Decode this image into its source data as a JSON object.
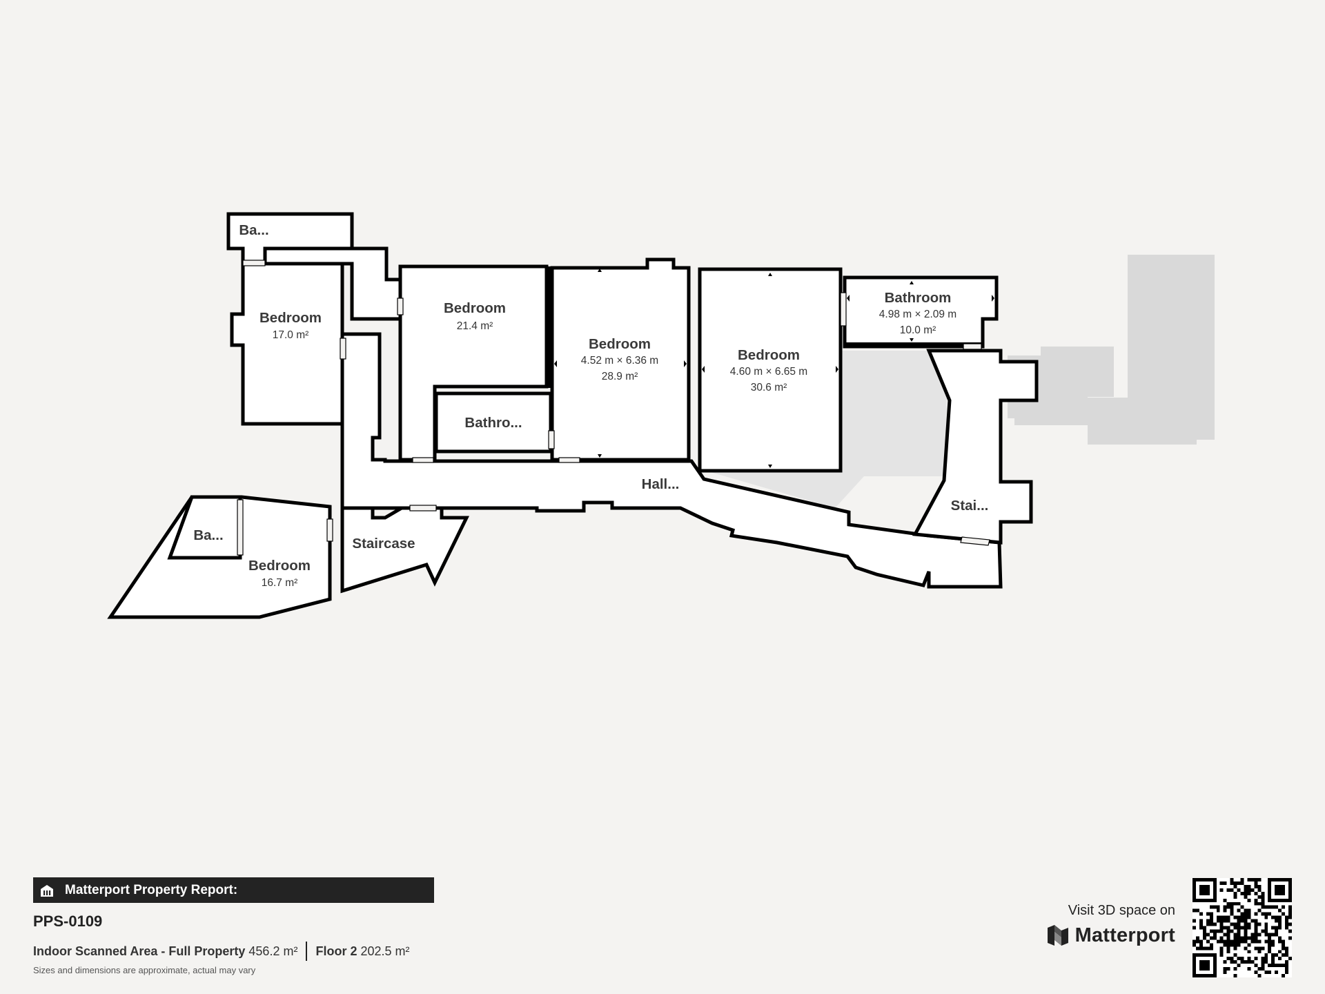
{
  "rooms": {
    "bath_top_left": {
      "name": "Ba..."
    },
    "bedroom_left": {
      "name": "Bedroom",
      "area": "17.0 m²"
    },
    "bedroom_center_left": {
      "name": "Bedroom",
      "area": "21.4 m²"
    },
    "bathroom_small": {
      "name": "Bathro..."
    },
    "bedroom_center": {
      "name": "Bedroom",
      "dims": "4.52 m × 6.36 m",
      "area": "28.9 m²"
    },
    "bedroom_right": {
      "name": "Bedroom",
      "dims": "4.60 m × 6.65 m",
      "area": "30.6 m²"
    },
    "bathroom_right": {
      "name": "Bathroom",
      "dims": "4.98 m × 2.09 m",
      "area": "10.0 m²"
    },
    "hall": {
      "name": "Hall..."
    },
    "stairs_right": {
      "name": "Stai..."
    },
    "staircase": {
      "name": "Staircase"
    },
    "bath_bottom_left": {
      "name": "Ba..."
    },
    "bedroom_bottom_left": {
      "name": "Bedroom",
      "area": "16.7 m²"
    }
  },
  "footer": {
    "report_title": "Matterport Property Report:",
    "property_id": "PPS-0109",
    "indoor_label": "Indoor Scanned Area - Full Property",
    "indoor_value": "456.2 m²",
    "floor_label": "Floor 2",
    "floor_value": "202.5 m²",
    "disclaimer": "Sizes and dimensions are approximate, actual may vary"
  },
  "brand": {
    "visit_text": "Visit 3D space on",
    "name": "Matterport"
  },
  "icons": {
    "report": "building-icon",
    "logo": "matterport-logo-icon",
    "qr": "qr-code"
  },
  "colors": {
    "background": "#f4f3f1",
    "wall": "#000000",
    "room_fill": "#ffffff",
    "bar": "#232323",
    "ghost": "#d9d9d9"
  }
}
